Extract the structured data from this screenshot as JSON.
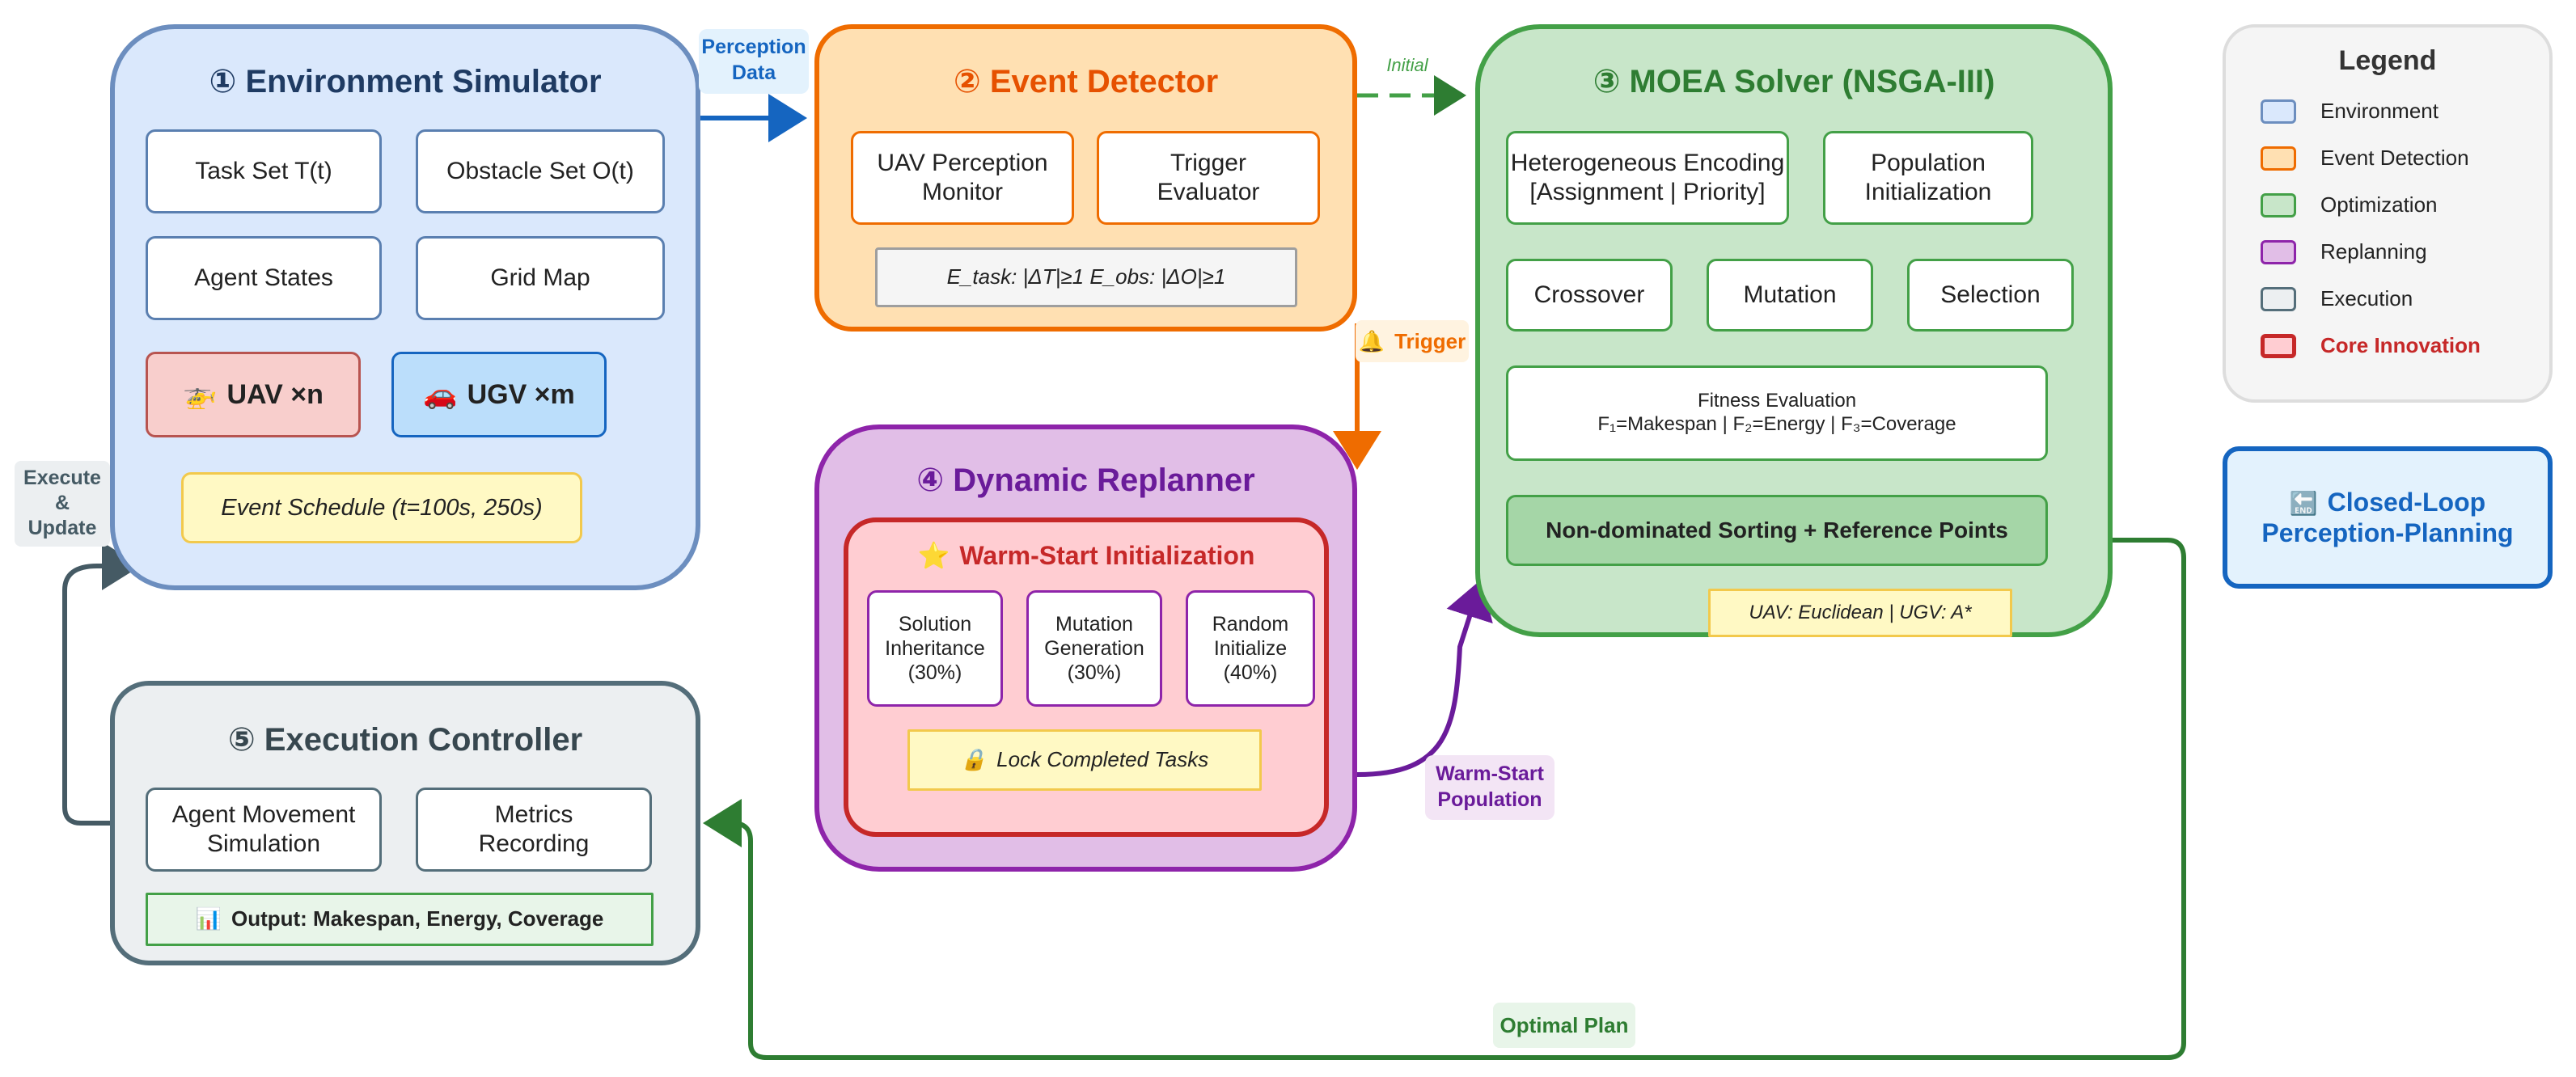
{
  "env": {
    "title": "① Environment Simulator",
    "task_set": "Task Set T(t)",
    "obstacle_set": "Obstacle Set O(t)",
    "agent_states": "Agent States",
    "grid_map": "Grid Map",
    "uav": "UAV ×n",
    "ugv": "UGV ×m",
    "event_schedule": "Event Schedule (t=100s, 250s)"
  },
  "event": {
    "title": "② Event Detector",
    "monitor_line1": "UAV Perception",
    "monitor_line2": "Monitor",
    "trigger_line1": "Trigger",
    "trigger_line2": "Evaluator",
    "formula": "E_task: |ΔT|≥1  E_obs: |ΔO|≥1"
  },
  "moea": {
    "title": "③ MOEA Solver (NSGA-III)",
    "encoding_line1": "Heterogeneous Encoding",
    "encoding_line2": "[Assignment | Priority]",
    "population_line1": "Population",
    "population_line2": "Initialization",
    "crossover": "Crossover",
    "mutation": "Mutation",
    "selection": "Selection",
    "fitness_line1": "Fitness Evaluation",
    "fitness_line2": "F₁=Makespan | F₂=Energy | F₃=Coverage",
    "sorting": "Non-dominated Sorting + Reference Points",
    "distance": "UAV: Euclidean | UGV: A*"
  },
  "replanner": {
    "title": "④ Dynamic Replanner",
    "warm_start_title": "Warm-Start Initialization",
    "sol_line1": "Solution",
    "sol_line2": "Inheritance",
    "sol_line3": "(30%)",
    "mut_line1": "Mutation",
    "mut_line2": "Generation",
    "mut_line3": "(30%)",
    "rand_line1": "Random",
    "rand_line2": "Initialize",
    "rand_line3": "(40%)",
    "lock": "Lock Completed Tasks"
  },
  "exec": {
    "title": "⑤ Execution Controller",
    "movement_line1": "Agent Movement",
    "movement_line2": "Simulation",
    "metrics_line1": "Metrics",
    "metrics_line2": "Recording",
    "output": "Output: Makespan, Energy, Coverage"
  },
  "edges": {
    "perception_line1": "Perception",
    "perception_line2": "Data",
    "initial": "Initial",
    "trigger": "Trigger",
    "warm_line1": "Warm-Start",
    "warm_line2": "Population",
    "optimal": "Optimal Plan",
    "execute_line1": "Execute",
    "execute_line2": "&",
    "execute_line3": "Update"
  },
  "legend": {
    "title": "Legend",
    "environment": "Environment",
    "event_detection": "Event Detection",
    "optimization": "Optimization",
    "replanning": "Replanning",
    "execution": "Execution",
    "core": "Core Innovation"
  },
  "closed_loop": {
    "line1": "Closed-Loop",
    "line2": "Perception-Planning"
  },
  "colors": {
    "env": "#dae8fc",
    "event": "#ffe0b2",
    "moea": "#c8e6c9",
    "replanner": "#e1bee7",
    "exec": "#eceff1",
    "core": "#c62828"
  }
}
